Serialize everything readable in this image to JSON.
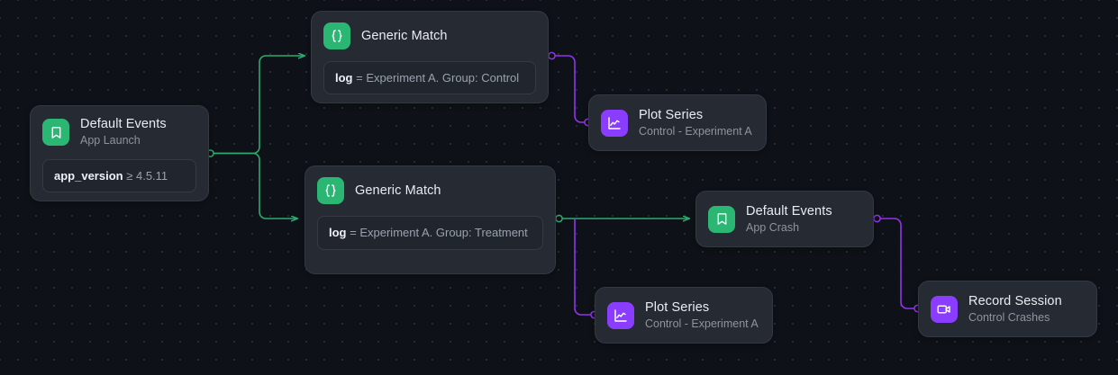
{
  "canvas": {
    "background_color": "#0e1218",
    "grid": "dot-grid",
    "accent_green": "#2bb673",
    "accent_purple": "#8b3dff",
    "node_background": "#262b33",
    "edge_green": "#2fa96e",
    "edge_purple": "#9333ea"
  },
  "nodes": [
    {
      "id": "default-launch",
      "icon": "bookmark-icon",
      "icon_color": "#2bb673",
      "title": "Default Events",
      "subtitle": "App Launch",
      "condition": {
        "field": "app_version",
        "operator": "≥",
        "value": "4.5.11"
      }
    },
    {
      "id": "match-control",
      "icon": "braces-icon",
      "icon_color": "#2bb673",
      "title": "Generic Match",
      "subtitle": "",
      "condition": {
        "field": "log",
        "operator": "=",
        "value": "Experiment A. Group: Control"
      }
    },
    {
      "id": "match-treatment",
      "icon": "braces-icon",
      "icon_color": "#2bb673",
      "title": "Generic Match",
      "subtitle": "",
      "condition": {
        "field": "log",
        "operator": "=",
        "value": "Experiment A. Group: Treatment"
      }
    },
    {
      "id": "plot-top",
      "icon": "line-chart-icon",
      "icon_color": "#8b3dff",
      "title": "Plot Series",
      "subtitle": "Control - Experiment A"
    },
    {
      "id": "default-crash",
      "icon": "bookmark-icon",
      "icon_color": "#2bb673",
      "title": "Default Events",
      "subtitle": "App Crash"
    },
    {
      "id": "plot-bottom",
      "icon": "line-chart-icon",
      "icon_color": "#8b3dff",
      "title": "Plot Series",
      "subtitle": "Control - Experiment A"
    },
    {
      "id": "record-session",
      "icon": "video-camera-icon",
      "icon_color": "#8b3dff",
      "title": "Record Session",
      "subtitle": "Control Crashes"
    }
  ],
  "edges": [
    {
      "id": "e1",
      "from": "default-launch",
      "to": "match-control",
      "color": "#2fa96e"
    },
    {
      "id": "e2",
      "from": "default-launch",
      "to": "match-treatment",
      "color": "#2fa96e"
    },
    {
      "id": "e3",
      "from": "match-control",
      "to": "plot-top",
      "color": "#9333ea"
    },
    {
      "id": "e4",
      "from": "match-treatment",
      "to": "default-crash",
      "color": "#2fa96e"
    },
    {
      "id": "e5",
      "from": "match-treatment",
      "to": "plot-bottom",
      "color": "#9333ea"
    },
    {
      "id": "e6",
      "from": "default-crash",
      "to": "record-session",
      "color": "#9333ea"
    }
  ]
}
